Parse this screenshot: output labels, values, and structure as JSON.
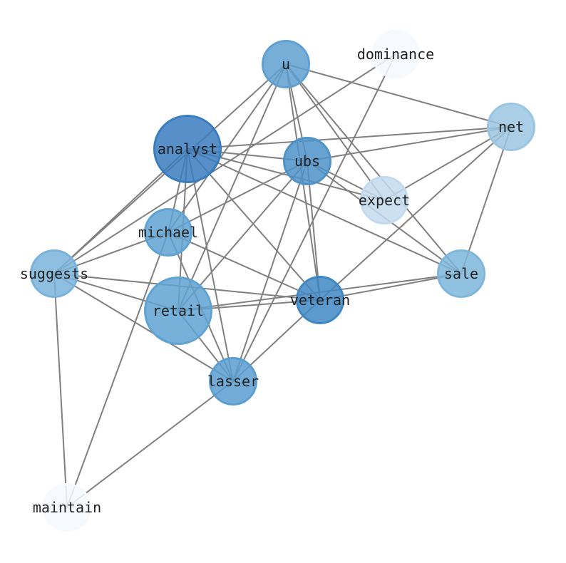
{
  "nodes": [
    {
      "id": "u",
      "label": "u",
      "color": "#5fa0d0"
    },
    {
      "id": "dominance",
      "label": "dominance",
      "color": "#f4f9fe"
    },
    {
      "id": "net",
      "label": "net",
      "color": "#9ac6e2"
    },
    {
      "id": "analyst",
      "label": "analyst",
      "color": "#3a7dbf"
    },
    {
      "id": "ubs",
      "label": "ubs",
      "color": "#4d92c8"
    },
    {
      "id": "expect",
      "label": "expect",
      "color": "#c3daee"
    },
    {
      "id": "michael",
      "label": "michael",
      "color": "#5fa3d2"
    },
    {
      "id": "suggests",
      "label": "suggests",
      "color": "#7ab3da"
    },
    {
      "id": "sale",
      "label": "sale",
      "color": "#7eb6db"
    },
    {
      "id": "veteran",
      "label": "veteran",
      "color": "#4088c4"
    },
    {
      "id": "retail",
      "label": "retail",
      "color": "#5fa3d2"
    },
    {
      "id": "lasser",
      "label": "lasser",
      "color": "#5a9fd0"
    },
    {
      "id": "maintain",
      "label": "maintain",
      "color": "#f4f9fe"
    }
  ],
  "edges": [
    [
      "u",
      "net"
    ],
    [
      "u",
      "suggests"
    ],
    [
      "u",
      "michael"
    ],
    [
      "u",
      "retail"
    ],
    [
      "u",
      "ubs"
    ],
    [
      "u",
      "veteran"
    ],
    [
      "u",
      "expect"
    ],
    [
      "u",
      "sale"
    ],
    [
      "dominance",
      "suggests"
    ],
    [
      "dominance",
      "lasser"
    ],
    [
      "net",
      "analyst"
    ],
    [
      "net",
      "ubs"
    ],
    [
      "net",
      "expect"
    ],
    [
      "net",
      "veteran"
    ],
    [
      "net",
      "sale"
    ],
    [
      "analyst",
      "ubs"
    ],
    [
      "analyst",
      "expect"
    ],
    [
      "analyst",
      "sale"
    ],
    [
      "analyst",
      "michael"
    ],
    [
      "analyst",
      "retail"
    ],
    [
      "analyst",
      "lasser"
    ],
    [
      "analyst",
      "veteran"
    ],
    [
      "analyst",
      "suggests"
    ],
    [
      "ubs",
      "veteran"
    ],
    [
      "ubs",
      "michael"
    ],
    [
      "ubs",
      "retail"
    ],
    [
      "ubs",
      "lasser"
    ],
    [
      "ubs",
      "sale"
    ],
    [
      "ubs",
      "expect"
    ],
    [
      "michael",
      "suggests"
    ],
    [
      "michael",
      "veteran"
    ],
    [
      "michael",
      "lasser"
    ],
    [
      "michael",
      "maintain"
    ],
    [
      "suggests",
      "retail"
    ],
    [
      "suggests",
      "veteran"
    ],
    [
      "suggests",
      "lasser"
    ],
    [
      "suggests",
      "maintain"
    ],
    [
      "retail",
      "veteran"
    ],
    [
      "retail",
      "sale"
    ],
    [
      "retail",
      "lasser"
    ],
    [
      "veteran",
      "sale"
    ],
    [
      "veteran",
      "lasser"
    ],
    [
      "lasser",
      "maintain"
    ]
  ]
}
